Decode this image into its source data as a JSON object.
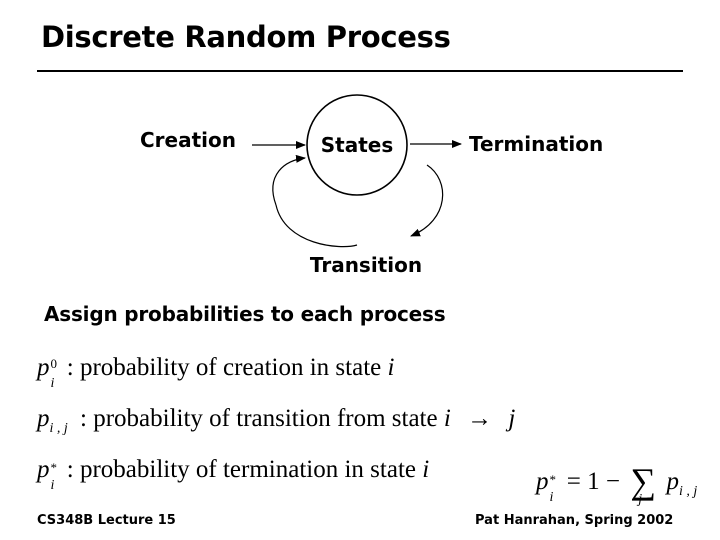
{
  "slide": {
    "title": "Discrete Random Process",
    "subheading": "Assign probabilities to each process"
  },
  "diagram": {
    "node_label": "States",
    "creation_label": "Creation",
    "termination_label": "Termination",
    "transition_label": "Transition"
  },
  "definitions": [
    {
      "symbol": "p",
      "superscript": "0",
      "subscript": "i",
      "text": ": probability of creation in state ",
      "var": "i"
    },
    {
      "symbol": "p",
      "subscript": "i , j",
      "text": ": probability of transition from state ",
      "var": "i",
      "arrow": "→",
      "var2": "j"
    },
    {
      "symbol": "p",
      "superscript": "*",
      "subscript": "i",
      "text": ": probability of termination in state ",
      "var": "i"
    }
  ],
  "formula": {
    "lhs_symbol": "p",
    "lhs_superscript": "*",
    "lhs_subscript": "i",
    "equals": "= 1 −",
    "sum_symbol": "∑",
    "sum_index": "j",
    "rhs_symbol": "p",
    "rhs_subscript": "i , j"
  },
  "footer": {
    "left": "CS348B Lecture 15",
    "right": "Pat Hanrahan, Spring 2002"
  }
}
